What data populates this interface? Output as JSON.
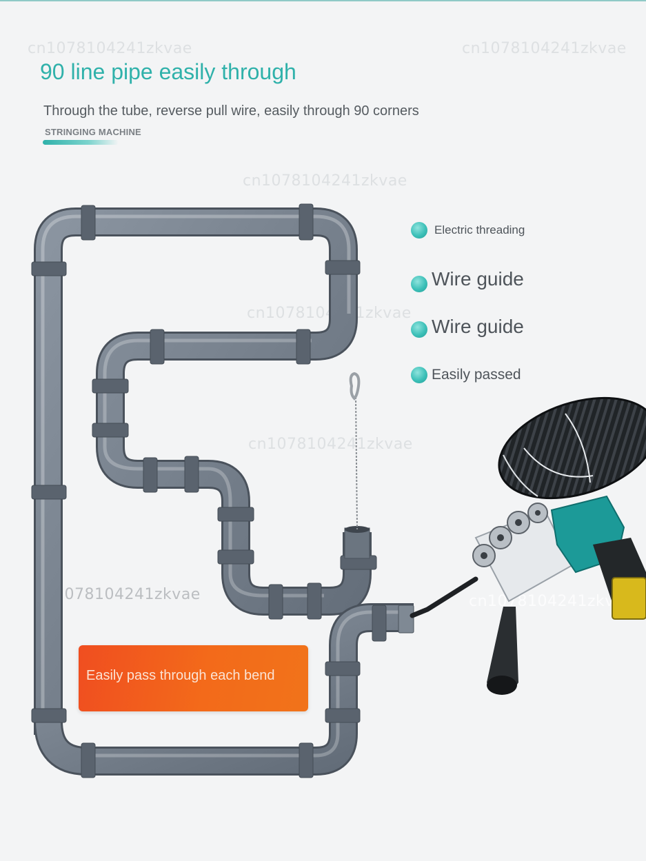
{
  "header": {
    "title": "90 line pipe easily through",
    "subtitle": "Through the tube, reverse pull wire, easily through 90 corners",
    "tag": "STRINGING MACHINE"
  },
  "features": [
    {
      "label": "Electric threading"
    },
    {
      "label": "Wire guide"
    },
    {
      "label": "Wire guide"
    },
    {
      "label": "Easily passed"
    }
  ],
  "callout": {
    "text": "Easily pass through each bend"
  },
  "watermark": "cn1078104241zkvae",
  "colors": {
    "accent": "#2fb1aa",
    "callout": "#f05a1f",
    "pipe": "#707a86",
    "background": "#f3f4f5"
  }
}
